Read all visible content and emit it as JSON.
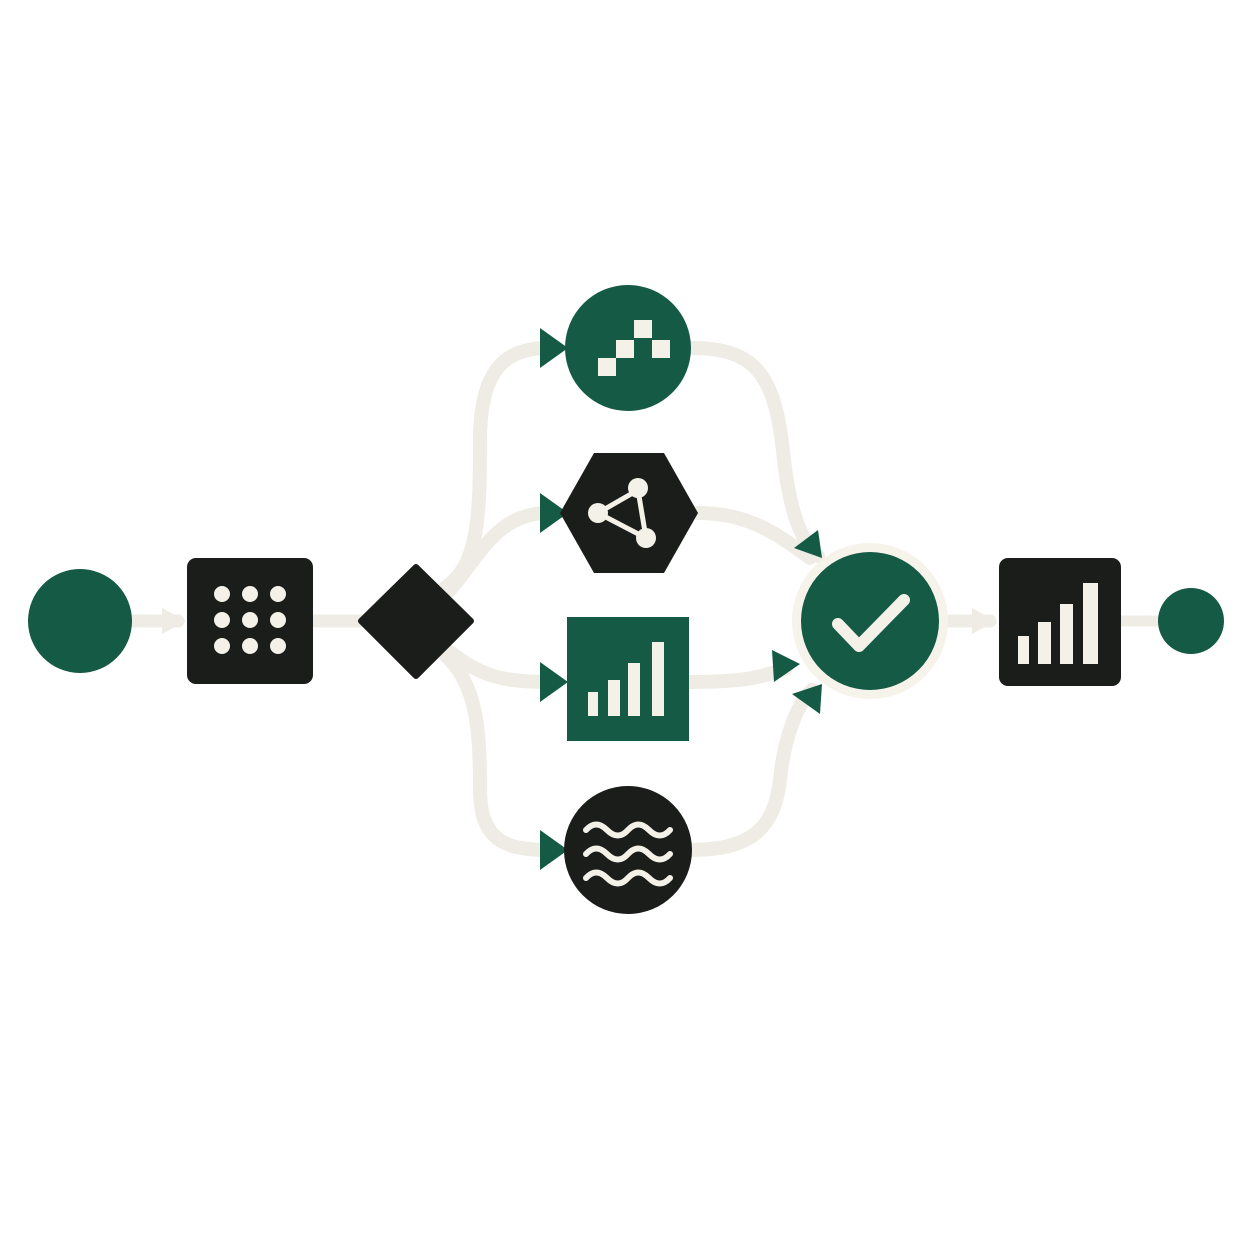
{
  "diagram": {
    "type": "process-flow",
    "text_labels": [],
    "colors": {
      "background": "#ffffff",
      "connector": "#eeece4",
      "accent_green": "#145a44",
      "node_dark": "#1b1d1b",
      "icon_light": "#f4f1e8"
    },
    "nodes": [
      {
        "id": "start",
        "shape": "circle",
        "fill": "green",
        "icon": "none"
      },
      {
        "id": "collect",
        "shape": "rounded-square",
        "fill": "dark",
        "icon": "dot-grid-icon"
      },
      {
        "id": "split",
        "shape": "diamond",
        "fill": "dark",
        "icon": "none"
      },
      {
        "id": "branch-1",
        "shape": "circle",
        "fill": "green",
        "icon": "staircase-blocks-icon"
      },
      {
        "id": "branch-2",
        "shape": "hexagon",
        "fill": "dark",
        "icon": "network-graph-icon"
      },
      {
        "id": "branch-3",
        "shape": "square",
        "fill": "green",
        "icon": "bar-chart-icon"
      },
      {
        "id": "branch-4",
        "shape": "circle",
        "fill": "dark",
        "icon": "wave-icon"
      },
      {
        "id": "validate",
        "shape": "circle",
        "fill": "green",
        "icon": "checkmark-icon"
      },
      {
        "id": "report",
        "shape": "rounded-square",
        "fill": "dark",
        "icon": "bar-chart-icon"
      },
      {
        "id": "end",
        "shape": "circle",
        "fill": "green",
        "icon": "none"
      }
    ],
    "edges": [
      {
        "from": "start",
        "to": "collect"
      },
      {
        "from": "collect",
        "to": "split"
      },
      {
        "from": "split",
        "to": "branch-1"
      },
      {
        "from": "split",
        "to": "branch-2"
      },
      {
        "from": "split",
        "to": "branch-3"
      },
      {
        "from": "split",
        "to": "branch-4"
      },
      {
        "from": "branch-1",
        "to": "validate"
      },
      {
        "from": "branch-2",
        "to": "validate"
      },
      {
        "from": "branch-3",
        "to": "validate"
      },
      {
        "from": "branch-4",
        "to": "validate"
      },
      {
        "from": "validate",
        "to": "report"
      },
      {
        "from": "report",
        "to": "end"
      }
    ]
  }
}
